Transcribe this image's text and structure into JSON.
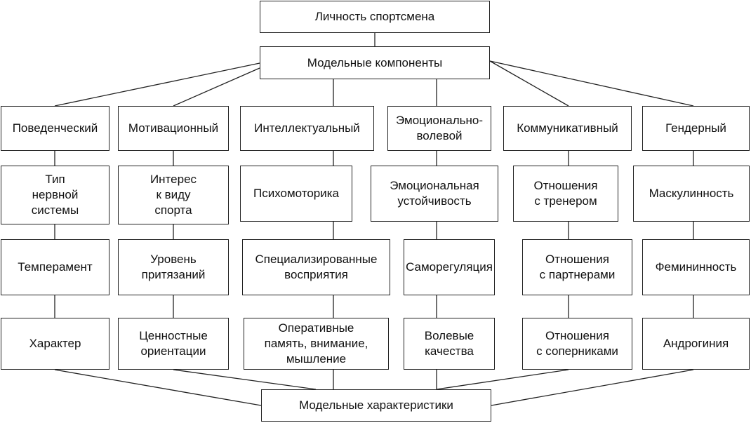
{
  "diagram": {
    "top": "Личность спортсмена",
    "model_components": "Модельные компоненты",
    "model_characteristics": "Модельные характеристики",
    "columns": [
      {
        "header": "Поведенческий",
        "items": [
          "Тип\nнервной\nсистемы",
          "Темперамент",
          "Характер"
        ]
      },
      {
        "header": "Мотивационный",
        "items": [
          "Интерес\nк виду\nспорта",
          "Уровень\nпритязаний",
          "Ценностные\nориентации"
        ]
      },
      {
        "header": "Интеллектуальный",
        "items": [
          "Психомоторика",
          "Специализированные\nвосприятия",
          "Оперативные\nпамять, внимание,\nмышление"
        ]
      },
      {
        "header": "Эмоционально-\nволевой",
        "items": [
          "Эмоциональная\nустойчивость",
          "Саморегуляция",
          "Волевые\nкачества"
        ]
      },
      {
        "header": "Коммуникативный",
        "items": [
          "Отношения\nс тренером",
          "Отношения\nс партнерами",
          "Отношения\nс соперниками"
        ]
      },
      {
        "header": "Гендерный",
        "items": [
          "Маскулинность",
          "Фемининность",
          "Андрогиния"
        ]
      }
    ]
  }
}
